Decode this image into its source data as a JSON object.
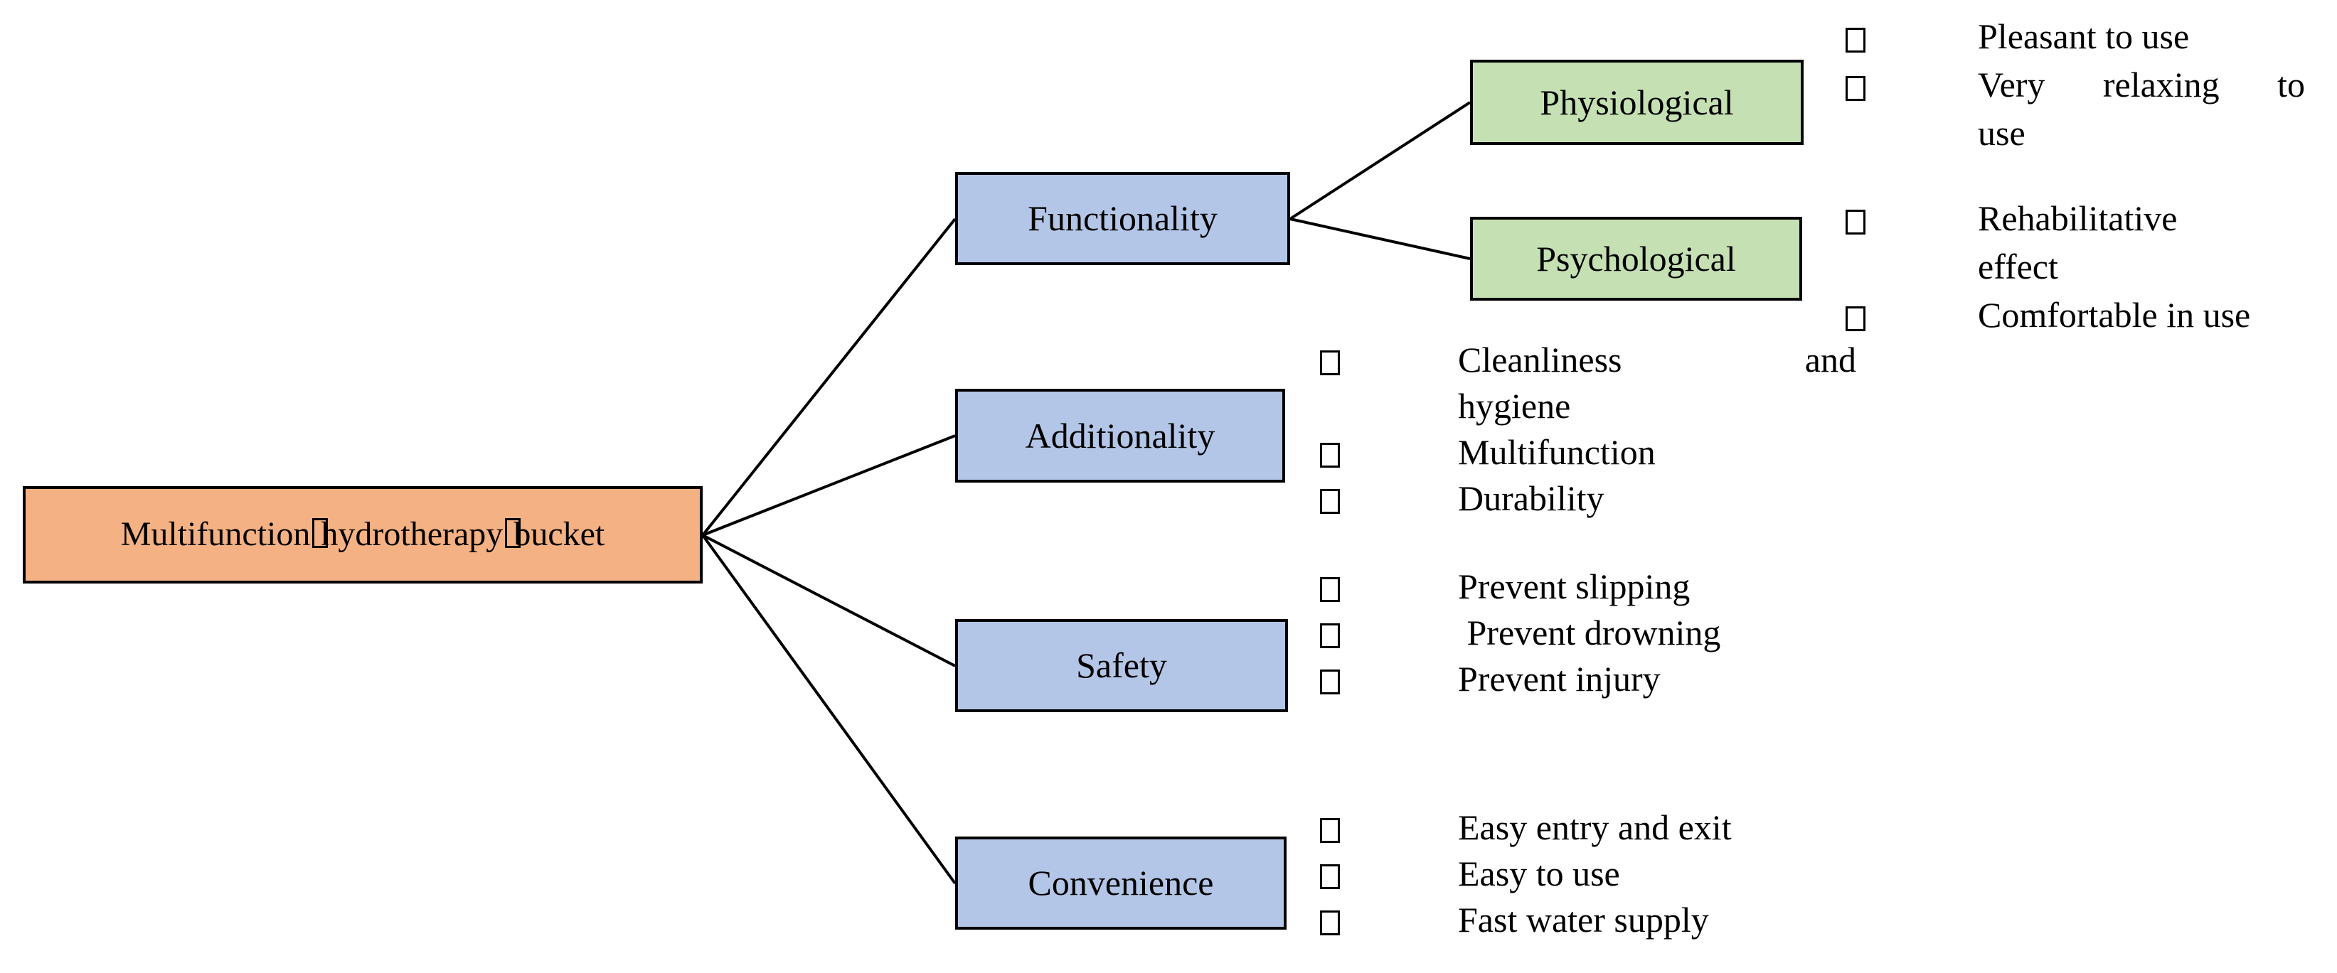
{
  "figure": {
    "type": "tree-diagram",
    "background": "#ffffff"
  },
  "colors": {
    "root_fill": "#F4B183",
    "branch_fill": "#B4C6E7",
    "leaf_fill": "#C5E0B3",
    "node_border": "#000000",
    "connector": "#000000",
    "text": "#000000"
  },
  "nodes": {
    "root": {
      "label": "Multifunction□hydrotherapy□bucket"
    },
    "functionality": {
      "label": "Functionality"
    },
    "additionality": {
      "label": "Additionality"
    },
    "safety": {
      "label": "Safety"
    },
    "convenience": {
      "label": "Convenience"
    },
    "physiological": {
      "label": "Physiological"
    },
    "psychological": {
      "label": "Psychological"
    }
  },
  "lists": {
    "physiological": {
      "items": [
        [
          "Pleasant to use"
        ],
        [
          "Very relaxing to",
          "use"
        ]
      ]
    },
    "psychological": {
      "items": [
        [
          "Rehabilitative",
          "effect"
        ],
        [
          "Comfortable in use"
        ]
      ]
    },
    "additionality": {
      "items": [
        [
          "Cleanliness and",
          "hygiene"
        ],
        [
          "Multifunction"
        ],
        [
          "Durability"
        ]
      ]
    },
    "safety": {
      "items": [
        [
          "Prevent slipping"
        ],
        [
          " Prevent drowning"
        ],
        [
          "Prevent injury"
        ]
      ]
    },
    "convenience": {
      "items": [
        [
          "Easy entry and exit"
        ],
        [
          "Easy to use"
        ],
        [
          "Fast water supply"
        ]
      ]
    }
  },
  "icons": {
    "list_marker": "empty-checkbox-icon",
    "title_separator": "tofu-missing-glyph"
  }
}
